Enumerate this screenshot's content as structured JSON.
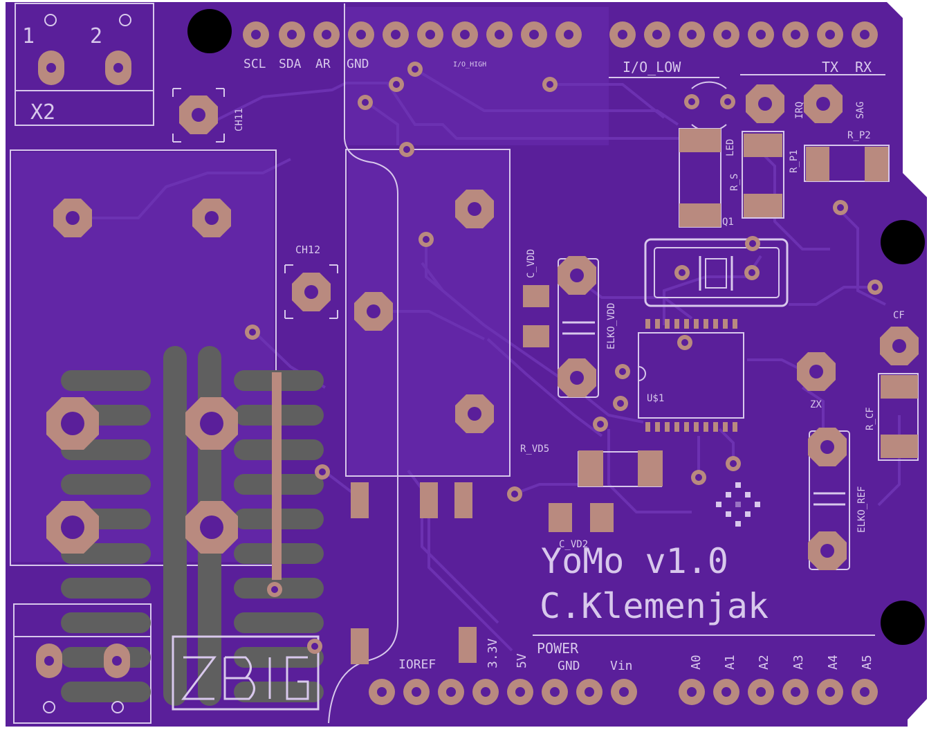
{
  "board": {
    "title": "YoMo v1.0",
    "author": "C.Klemenjak",
    "colors": {
      "substrate": "#5a1f9a",
      "copper": "#6a2cb0",
      "silk": "#d8c8ec",
      "pad": "#b98a7f",
      "hole": "#000000",
      "dark_pad": "#5f5f5f"
    }
  },
  "terminal_x2": {
    "label": "X2",
    "pin1": "1",
    "pin2": "2"
  },
  "labels": {
    "ch11": "CH11",
    "ch12": "CH12",
    "i2c": [
      "SCL",
      "SDA",
      "AR",
      "GND"
    ],
    "io_high": "I/O_HIGH",
    "io_low": "I/O_LOW",
    "tx": "TX",
    "rx": "RX",
    "irq": "IRQ",
    "sag": "SAG",
    "led": "LED",
    "r_s": "R_S",
    "r_p1": "R_P1",
    "r_p2": "R_P2",
    "q1": "Q1",
    "c_vdd": "C_VDD",
    "elko_vdd": "ELKO_VDD",
    "u1": "U$1",
    "cf": "CF",
    "zx": "ZX",
    "r_cf": "R_CF",
    "r_vd5": "R_VD5",
    "c_vd2": "C_VD2",
    "elko_ref": "ELKO_REF",
    "power": "POWER",
    "ioref": "IOREF",
    "v33": "3.3V",
    "v5": "5V",
    "gnd": "GND",
    "vin": "Vin",
    "analog": [
      "A0",
      "A1",
      "A2",
      "A3",
      "A4",
      "A5"
    ]
  }
}
